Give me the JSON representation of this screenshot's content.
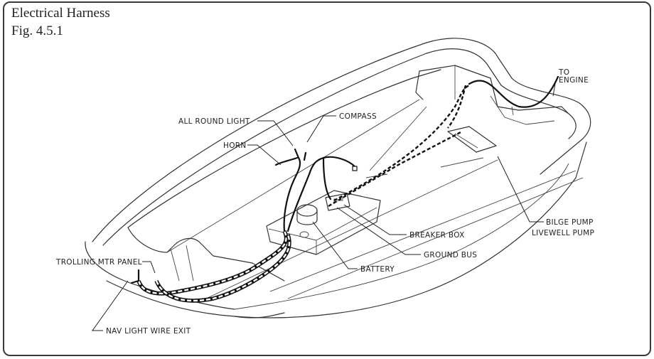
{
  "title": {
    "line1": "Electrical Harness",
    "line2": "Fig. 4.5.1"
  },
  "labels": {
    "to_engine_1": "TO",
    "to_engine_2": "ENGINE",
    "compass": "COMPASS",
    "all_round_light": "ALL ROUND LIGHT",
    "horn": "HORN",
    "bilge_pump": "BILGE PUMP",
    "livewell_pump": "LIVEWELL PUMP",
    "breaker_box": "BREAKER BOX",
    "ground_bus": "GROUND BUS",
    "battery": "BATTERY",
    "trolling_mtr_panel": "TROLLING MTR PANEL",
    "nav_light_wire_exit": "NAV LIGHT WIRE EXIT"
  }
}
